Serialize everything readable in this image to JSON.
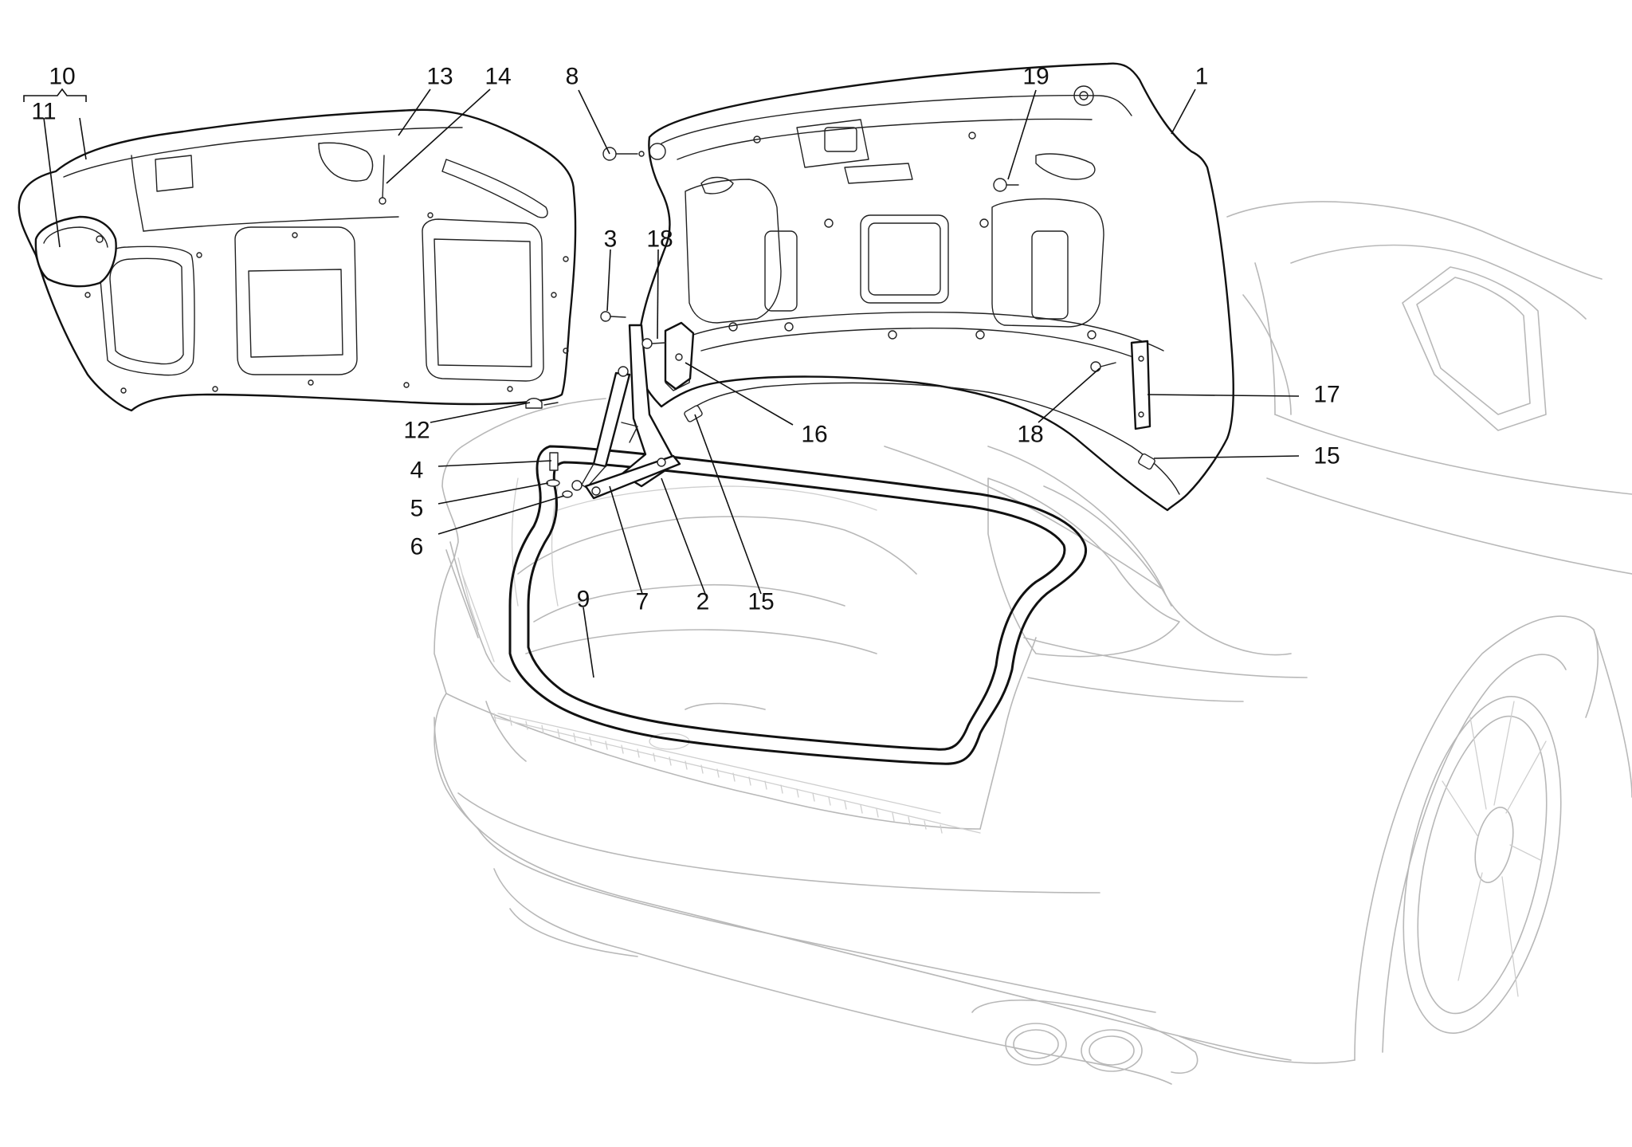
{
  "callouts": [
    {
      "id": "c10",
      "label": "10"
    },
    {
      "id": "c11",
      "label": "11"
    },
    {
      "id": "c13",
      "label": "13"
    },
    {
      "id": "c14",
      "label": "14"
    },
    {
      "id": "c8",
      "label": "8"
    },
    {
      "id": "c19",
      "label": "19"
    },
    {
      "id": "c1",
      "label": "1"
    },
    {
      "id": "c3",
      "label": "3"
    },
    {
      "id": "c18a",
      "label": "18"
    },
    {
      "id": "c12",
      "label": "12"
    },
    {
      "id": "c16",
      "label": "16"
    },
    {
      "id": "c18b",
      "label": "18"
    },
    {
      "id": "c17",
      "label": "17"
    },
    {
      "id": "c15a",
      "label": "15"
    },
    {
      "id": "c4",
      "label": "4"
    },
    {
      "id": "c5",
      "label": "5"
    },
    {
      "id": "c6",
      "label": "6"
    },
    {
      "id": "c9",
      "label": "9"
    },
    {
      "id": "c7",
      "label": "7"
    },
    {
      "id": "c2",
      "label": "2"
    },
    {
      "id": "c15b",
      "label": "15"
    }
  ]
}
